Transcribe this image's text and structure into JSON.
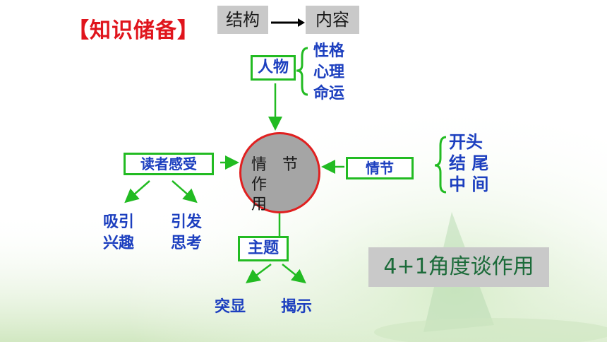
{
  "title": "【知识储备】",
  "structure": {
    "left": "结构",
    "right": "内容"
  },
  "character": {
    "label": "人物",
    "aspects": [
      "性格",
      "心理",
      "命运"
    ]
  },
  "center": {
    "line1": "情　节",
    "line2": "作",
    "line3": "用"
  },
  "reader": {
    "label": "读者感受",
    "effect1": {
      "line1": "吸引",
      "line2": "兴趣"
    },
    "effect2": {
      "line1": "引发",
      "line2": "思考"
    }
  },
  "plot": {
    "label": "情节",
    "positions": [
      "开头",
      "结 尾",
      "中 间"
    ]
  },
  "theme": {
    "label": "主题",
    "effects": [
      "突显",
      "揭示"
    ]
  },
  "slogan": "4+1角度谈作用",
  "colors": {
    "title": "#e0141c",
    "accent_green": "#22bb22",
    "text_blue": "#1c3fbf",
    "circle_fill": "#a5a5a5",
    "circle_border": "#e02020"
  }
}
